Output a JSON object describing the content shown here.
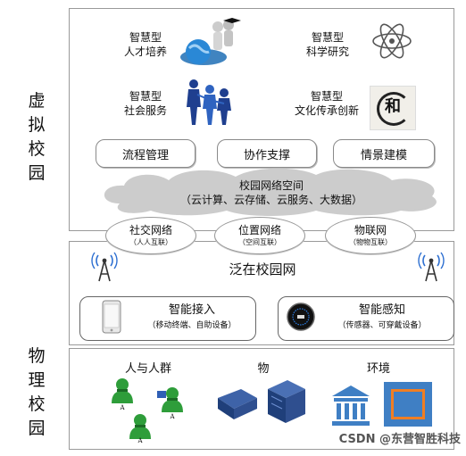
{
  "side_labels": {
    "virtual": [
      "虚",
      "拟",
      "校",
      "园"
    ],
    "physical": [
      "物",
      "理",
      "校",
      "园"
    ]
  },
  "functions": {
    "talent": [
      "智慧型",
      "人才培养"
    ],
    "research": [
      "智慧型",
      "科学研究"
    ],
    "social": [
      "智慧型",
      "社会服务"
    ],
    "culture": [
      "智慧型",
      "文化传承创新"
    ]
  },
  "culture_logo_char": "和",
  "support_buttons": [
    "流程管理",
    "协作支撑",
    "情景建模"
  ],
  "cloud": {
    "title": "校园网络空间",
    "subtitle": "（云计算、云存储、云服务、大数据）"
  },
  "networks": [
    {
      "main": "社交网络",
      "sub": "（人人互联）"
    },
    {
      "main": "位置网络",
      "sub": "（空间互联）"
    },
    {
      "main": "物联网",
      "sub": "（物物互联）"
    }
  ],
  "ubiquitous_network": "泛在校园网",
  "access": {
    "title": "智能接入",
    "subtitle": "（移动终端、自助设备）"
  },
  "sensing": {
    "title": "智能感知",
    "subtitle": "（传感器、可穿戴设备）"
  },
  "physical_categories": {
    "people": "人与人群",
    "things": "物",
    "environment": "环境"
  },
  "person_badge": "A",
  "watermark": "CSDN @东营智胜科技",
  "colors": {
    "panel_border": "#9a9a9a",
    "cloud": "#c9c9c9",
    "person_green": "#2e9d3a",
    "server_blue": "#2f4f8f",
    "building_blue": "#3f7fc4",
    "frame_orange": "#f07e23"
  }
}
